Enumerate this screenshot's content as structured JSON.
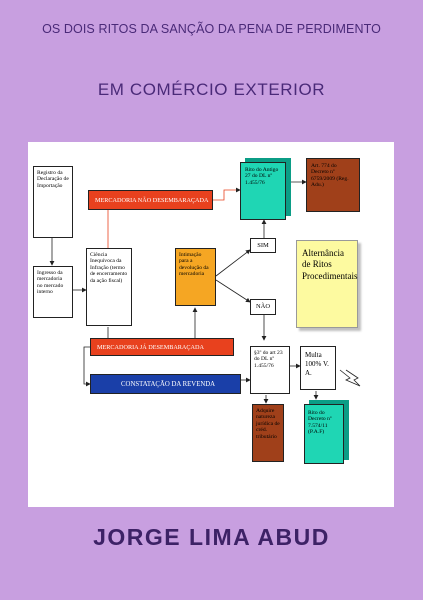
{
  "cover": {
    "title": "OS DOIS RITOS DA SANÇÃO DA PENA DE PERDIMENTO",
    "subtitle": "EM COMÉRCIO EXTERIOR",
    "author": "JORGE LIMA ABUD"
  },
  "diagram": {
    "registro": "Registro da Declaração de Importação",
    "ingresso": "Ingresso da mercadoria no mercado interno",
    "ciencia": "Ciência Inequívoca da Infração (termo de encerramento da ação fiscal)",
    "nao_desembaracada": "MERCADORIA NÃO DESEMBARAÇADA",
    "ja_desembaracada": "MERCADORIA JÁ DESEMBARAÇADA",
    "constatacao": "CONSTATAÇÃO DA REVENDA",
    "intimacao": "Intimação para a devolução da mercadoria",
    "sim": "SIM",
    "nao": "NÃO",
    "rito_antigo": "Rito do Antigo 27 do DL nº 1.455/76",
    "art774": "Art. 774 do Decreto nº 6759/2009 (Reg. Adu.)",
    "alternancia": "Alternância de Ritos Procedimentais",
    "paragrafo3": "§3º do art 23 do DL nº 1.455/76",
    "multa": "Multa 100% V. A.",
    "adquire": "Adquire natureza jurídica de créd. tributário",
    "rito_decreto": "Rito do Decreto nº 7.574/11 (P.A.F)"
  },
  "colors": {
    "background": "#c89fe0",
    "title_text": "#4a2a78",
    "red_bar": "#e8411e",
    "blue_bar": "#1a3fa8",
    "orange": "#f5a623",
    "teal": "#1fd6b4",
    "brown": "#a0401a",
    "note_yellow": "#fdfaa0"
  }
}
